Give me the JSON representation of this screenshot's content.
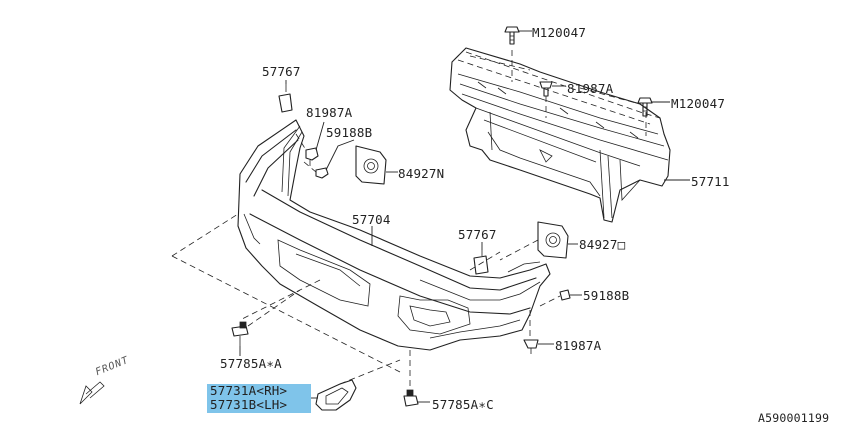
{
  "labels": {
    "m120047_top": "M120047",
    "l81987a_top": "81987A",
    "m120047_mid": "M120047",
    "l57711": "57711",
    "l57767_top": "57767",
    "l81987a_left": "81987A",
    "l59188b_left": "59188B",
    "l84927n": "84927N",
    "l57704": "57704",
    "l57767_mid": "57767",
    "l84927o": "84927□",
    "l59188b_right": "59188B",
    "l81987a_bottom": "81987A",
    "l57785a_a": "57785A∗A",
    "l57785a_c": "57785A∗C",
    "l57731a": "57731A<RH>",
    "l57731b": "57731B<LH>",
    "front": "FRONT",
    "diagram_id": "A590001199"
  },
  "highlight_color": "#7fc4ea",
  "icons": [
    "front-arrow-icon"
  ]
}
